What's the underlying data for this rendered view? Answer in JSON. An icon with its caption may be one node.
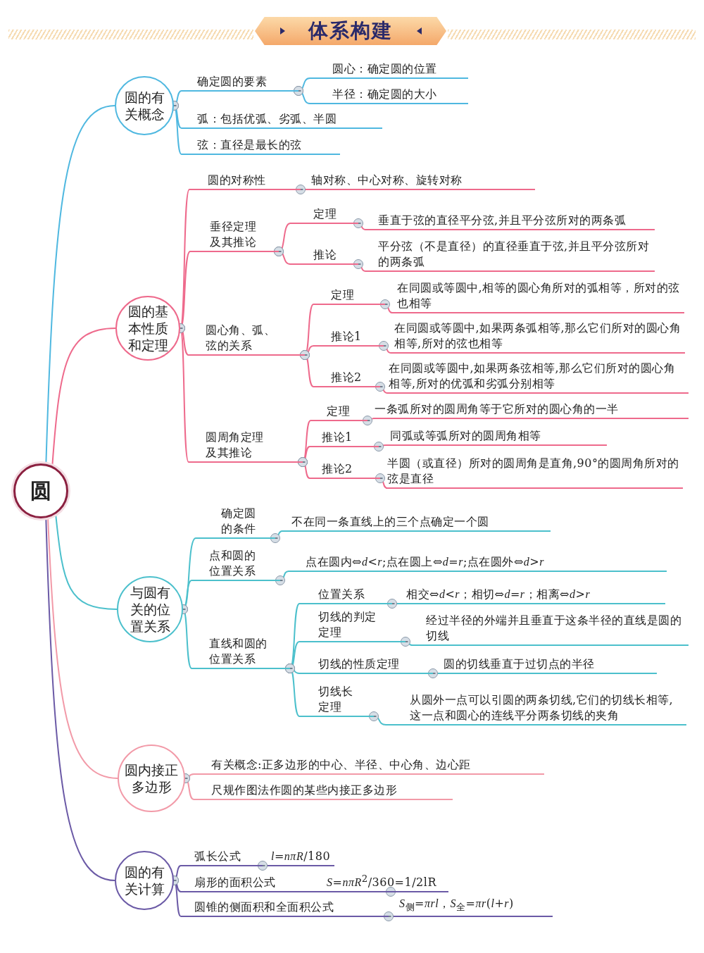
{
  "diagram": {
    "title": "体系构建",
    "nodes": [
      {
        "text": [
          "圆"
        ]
      },
      {
        "text": [
          "圆的有关概念"
        ]
      },
      {
        "text": [
          "确定圆的要素"
        ]
      },
      {
        "text": [
          "圆心：确定圆的位置"
        ]
      },
      {
        "text": [
          "半径：确定圆的大小"
        ]
      },
      {
        "text": [
          "弧：包括优弧、劣弧、半圆"
        ]
      },
      {
        "text": [
          "弦：直径是最长的弦"
        ]
      },
      {
        "text": [
          "圆的基本性质和定理"
        ]
      },
      {
        "text": [
          "圆的对称性"
        ]
      },
      {
        "text": [
          "轴对称、中心对称、旋转对称"
        ]
      },
      {
        "text": [
          "垂径定理及其推论"
        ]
      },
      {
        "text": [
          "定理"
        ]
      },
      {
        "text": [
          "垂直于弦的直径平分弦,并且平分弦所对的两条弧"
        ]
      },
      {
        "text": [
          "推论"
        ]
      },
      {
        "text": [
          "平分弦（不是直径）的直径垂直于弦,并且平分弦所对的两条弧"
        ]
      },
      {
        "text": [
          "圆心角、弧、弦的关系"
        ]
      },
      {
        "text": [
          "定理"
        ]
      },
      {
        "text": [
          "在同圆或等圆中,相等的圆心角所对的弧相等，所对的弦也相等"
        ]
      },
      {
        "text": [
          "推论1"
        ]
      },
      {
        "text": [
          "在同圆或等圆中,如果两条弧相等,那么它们所对的圆心角相等,所对的弦也相等"
        ]
      },
      {
        "text": [
          "推论2"
        ]
      },
      {
        "text": [
          "在同圆或等圆中,如果两条弦相等,那么它们所对的圆心角相等,所对的优弧和劣弧分别相等"
        ]
      },
      {
        "text": [
          "圆周角定理及其推论"
        ]
      },
      {
        "text": [
          "定理"
        ]
      },
      {
        "text": [
          "一条弧所对的圆周角等于它所对的圆心角的一半"
        ]
      },
      {
        "text": [
          "推论1"
        ]
      },
      {
        "text": [
          "同弧或等弧所对的圆周角相等"
        ]
      },
      {
        "text": [
          "推论2"
        ]
      },
      {
        "text": [
          "半圆（或直径）所对的圆周角是直角,90°的圆周角所对的弦是直径"
        ]
      },
      {
        "text": [
          "与圆有关的位置关系"
        ]
      },
      {
        "text": [
          "确定圆的条件"
        ]
      },
      {
        "text": [
          "不在同一条直线上的三个点确定一个圆"
        ]
      },
      {
        "text": [
          "点和圆的位置关系"
        ]
      },
      {
        "text": [
          "点在圆内⇔*d*<*r*;点在圆上⇔*d*=*r*;点在圆外⇔*d*>*r*"
        ]
      },
      {
        "text": [
          "直线和圆的位置关系"
        ]
      },
      {
        "text": [
          "位置关系"
        ]
      },
      {
        "text": [
          "相交⇔*d*<*r*；相切⇔*d*=*r*；相离⇔*d*>*r*"
        ]
      },
      {
        "text": [
          "切线的判定定理"
        ]
      },
      {
        "text": [
          "经过半径的外端并且垂直于这条半径的直线是圆的切线"
        ]
      },
      {
        "text": [
          "切线的性质定理"
        ]
      },
      {
        "text": [
          "圆的切线垂直于过切点的半径"
        ]
      },
      {
        "text": [
          "切线长定理"
        ]
      },
      {
        "text": [
          "从圆外一点可以引圆的两条切线,它们的切线长相等,这一点和圆心的连线平分两条切线的夹角"
        ]
      },
      {
        "text": [
          "圆内接正多边形"
        ]
      },
      {
        "text": [
          "有关概念:正多边形的中心、半径、中心角、边心距"
        ]
      },
      {
        "text": [
          "尺规作图法作圆的某些内接正多边形"
        ]
      },
      {
        "text": [
          "圆的有关计算"
        ]
      },
      {
        "text": [
          "弧长公式"
        ]
      },
      {
        "text": [
          "*l*=*nπR*/180"
        ]
      },
      {
        "text": [
          "扇形的面积公式"
        ]
      },
      {
        "text": [
          "*S*=*nπR*$^{2}$/360=1/2lR"
        ]
      },
      {
        "text": [
          "圆锥的侧面积和全面积公式"
        ]
      },
      {
        "text": [
          "*S*$_{侧}$=*πrl*，*S*$_{全}$=*πr*(*l*+*r*)"
        ]
      }
    ],
    "edges": [
      {
        "from": 0,
        "to": 1,
        "arrow": "none",
        "color": "#4fb8e0"
      },
      {
        "from": 1,
        "to": 2,
        "arrow": "other",
        "color": "#4fb8e0"
      },
      {
        "from": 2,
        "to": 3,
        "arrow": "other",
        "color": "#4fb8e0"
      },
      {
        "from": 2,
        "to": 4,
        "arrow": "other",
        "color": "#4fb8e0"
      },
      {
        "from": 1,
        "to": 5,
        "arrow": "other",
        "color": "#4fb8e0"
      },
      {
        "from": 1,
        "to": 6,
        "arrow": "other",
        "color": "#4fb8e0"
      },
      {
        "from": 0,
        "to": 7,
        "arrow": "none",
        "color": "#ee6a8c"
      },
      {
        "from": 7,
        "to": 8,
        "arrow": "other",
        "color": "#ee6a8c"
      },
      {
        "from": 8,
        "to": 9,
        "arrow": "other",
        "color": "#ee6a8c"
      },
      {
        "from": 7,
        "to": 10,
        "arrow": "other",
        "color": "#ee6a8c"
      },
      {
        "from": 10,
        "to": 11,
        "arrow": "other",
        "color": "#ee6a8c"
      },
      {
        "from": 11,
        "to": 12,
        "arrow": "other",
        "color": "#ee6a8c"
      },
      {
        "from": 10,
        "to": 13,
        "arrow": "other",
        "color": "#ee6a8c"
      },
      {
        "from": 13,
        "to": 14,
        "arrow": "other",
        "color": "#ee6a8c"
      },
      {
        "from": 7,
        "to": 15,
        "arrow": "other",
        "color": "#ee6a8c"
      },
      {
        "from": 15,
        "to": 16,
        "arrow": "other",
        "color": "#ee6a8c"
      },
      {
        "from": 16,
        "to": 17,
        "arrow": "other",
        "color": "#ee6a8c"
      },
      {
        "from": 15,
        "to": 18,
        "arrow": "other",
        "color": "#ee6a8c"
      },
      {
        "from": 18,
        "to": 19,
        "arrow": "other",
        "color": "#ee6a8c"
      },
      {
        "from": 15,
        "to": 20,
        "arrow": "other",
        "color": "#ee6a8c"
      },
      {
        "from": 20,
        "to": 21,
        "arrow": "other",
        "color": "#ee6a8c"
      },
      {
        "from": 7,
        "to": 22,
        "arrow": "other",
        "color": "#ee6a8c"
      },
      {
        "from": 22,
        "to": 23,
        "arrow": "other",
        "color": "#ee6a8c"
      },
      {
        "from": 23,
        "to": 24,
        "arrow": "other",
        "color": "#ee6a8c"
      },
      {
        "from": 22,
        "to": 25,
        "arrow": "other",
        "color": "#ee6a8c"
      },
      {
        "from": 25,
        "to": 26,
        "arrow": "other",
        "color": "#ee6a8c"
      },
      {
        "from": 22,
        "to": 27,
        "arrow": "other",
        "color": "#ee6a8c"
      },
      {
        "from": 27,
        "to": 28,
        "arrow": "other",
        "color": "#ee6a8c"
      },
      {
        "from": 0,
        "to": 29,
        "arrow": "none",
        "color": "#4cc0cc"
      },
      {
        "from": 29,
        "to": 30,
        "arrow": "other",
        "color": "#4cc0cc"
      },
      {
        "from": 30,
        "to": 31,
        "arrow": "other",
        "color": "#4cc0cc"
      },
      {
        "from": 29,
        "to": 32,
        "arrow": "other",
        "color": "#4cc0cc"
      },
      {
        "from": 32,
        "to": 33,
        "arrow": "other",
        "color": "#4cc0cc"
      },
      {
        "from": 29,
        "to": 34,
        "arrow": "other",
        "color": "#4cc0cc"
      },
      {
        "from": 34,
        "to": 35,
        "arrow": "other",
        "color": "#4cc0cc"
      },
      {
        "from": 35,
        "to": 36,
        "arrow": "other",
        "color": "#4cc0cc"
      },
      {
        "from": 34,
        "to": 37,
        "arrow": "other",
        "color": "#4cc0cc"
      },
      {
        "from": 37,
        "to": 38,
        "arrow": "other",
        "color": "#4cc0cc"
      },
      {
        "from": 34,
        "to": 39,
        "arrow": "other",
        "color": "#4cc0cc"
      },
      {
        "from": 39,
        "to": 40,
        "arrow": "other",
        "color": "#4cc0cc"
      },
      {
        "from": 34,
        "to": 41,
        "arrow": "other",
        "color": "#4cc0cc"
      },
      {
        "from": 41,
        "to": 42,
        "arrow": "other",
        "color": "#4cc0cc"
      },
      {
        "from": 0,
        "to": 43,
        "arrow": "none",
        "color": "#f29aa8"
      },
      {
        "from": 43,
        "to": 44,
        "arrow": "other",
        "color": "#f29aa8"
      },
      {
        "from": 43,
        "to": 45,
        "arrow": "other",
        "color": "#f29aa8"
      },
      {
        "from": 0,
        "to": 46,
        "arrow": "none",
        "color": "#6b5aa6"
      },
      {
        "from": 46,
        "to": 47,
        "arrow": "other",
        "color": "#6b5aa6"
      },
      {
        "from": 47,
        "to": 48,
        "arrow": "other",
        "color": "#6b5aa6"
      },
      {
        "from": 46,
        "to": 49,
        "arrow": "other",
        "color": "#6b5aa6"
      },
      {
        "from": 49,
        "to": 50,
        "arrow": "other",
        "color": "#6b5aa6"
      },
      {
        "from": 46,
        "to": 51,
        "arrow": "other",
        "color": "#6b5aa6"
      },
      {
        "from": 51,
        "to": 52,
        "arrow": "other",
        "color": "#6b5aa6"
      }
    ]
  }
}
